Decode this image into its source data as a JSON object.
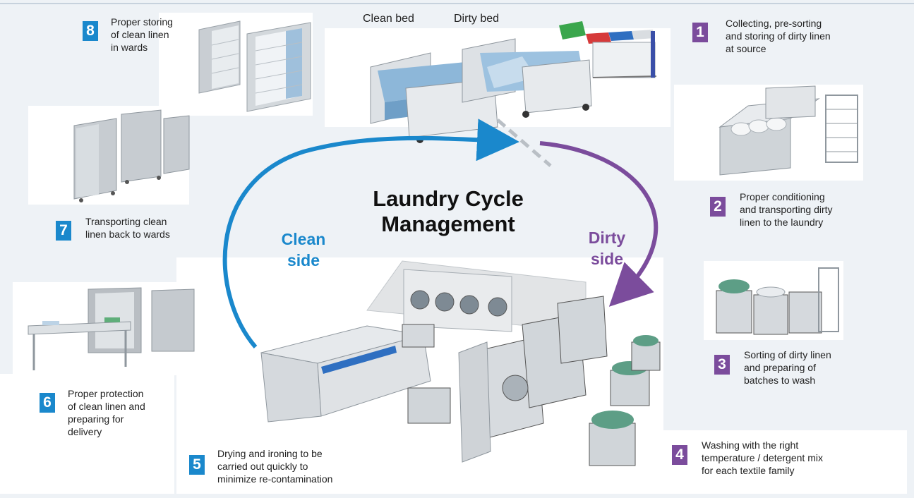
{
  "title": "Laundry Cycle Management",
  "colors": {
    "clean": "#1a88cc",
    "dirty": "#7b4c9c",
    "background": "#eef2f6"
  },
  "labels": {
    "clean_bed": "Clean bed",
    "dirty_bed": "Dirty bed"
  },
  "sides": {
    "clean": {
      "line1": "Clean",
      "line2": "side"
    },
    "dirty": {
      "line1": "Dirty",
      "line2": "side"
    }
  },
  "steps": [
    {
      "number": "1",
      "side": "dirty",
      "lines": [
        "Collecting, pre-sorting",
        "and storing of dirty linen",
        "at source"
      ]
    },
    {
      "number": "2",
      "side": "dirty",
      "lines": [
        "Proper conditioning",
        "and transporting dirty",
        "linen to the laundry"
      ]
    },
    {
      "number": "3",
      "side": "dirty",
      "lines": [
        "Sorting of dirty linen",
        "and preparing of",
        "batches to wash"
      ]
    },
    {
      "number": "4",
      "side": "dirty",
      "lines": [
        "Washing with the right",
        "temperature / detergent mix",
        "for each textile family"
      ]
    },
    {
      "number": "5",
      "side": "clean",
      "lines": [
        "Drying and ironing to be",
        "carried out quickly to",
        "minimize  re-contamination"
      ]
    },
    {
      "number": "6",
      "side": "clean",
      "lines": [
        "Proper protection",
        "of clean linen and",
        "preparing for",
        "delivery"
      ]
    },
    {
      "number": "7",
      "side": "clean",
      "lines": [
        "Transporting clean",
        "linen back to wards"
      ]
    },
    {
      "number": "8",
      "side": "clean",
      "lines": [
        "Proper storing",
        "of clean linen",
        "in wards"
      ]
    }
  ]
}
